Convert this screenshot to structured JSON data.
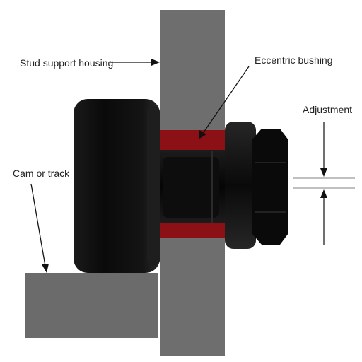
{
  "labels": {
    "housing": "Stud support housing",
    "bushing": "Eccentric bushing",
    "track": "Cam or track",
    "adjustment": "Adjustment"
  },
  "colors": {
    "background": "#ffffff",
    "housing_gray": "#6e6e6e",
    "track_gray": "#6b6b6b",
    "roller_black": "#0b0b0b",
    "bushing_red": "#8b1116",
    "text": "#222222",
    "guide_line": "#9a9a9a"
  }
}
